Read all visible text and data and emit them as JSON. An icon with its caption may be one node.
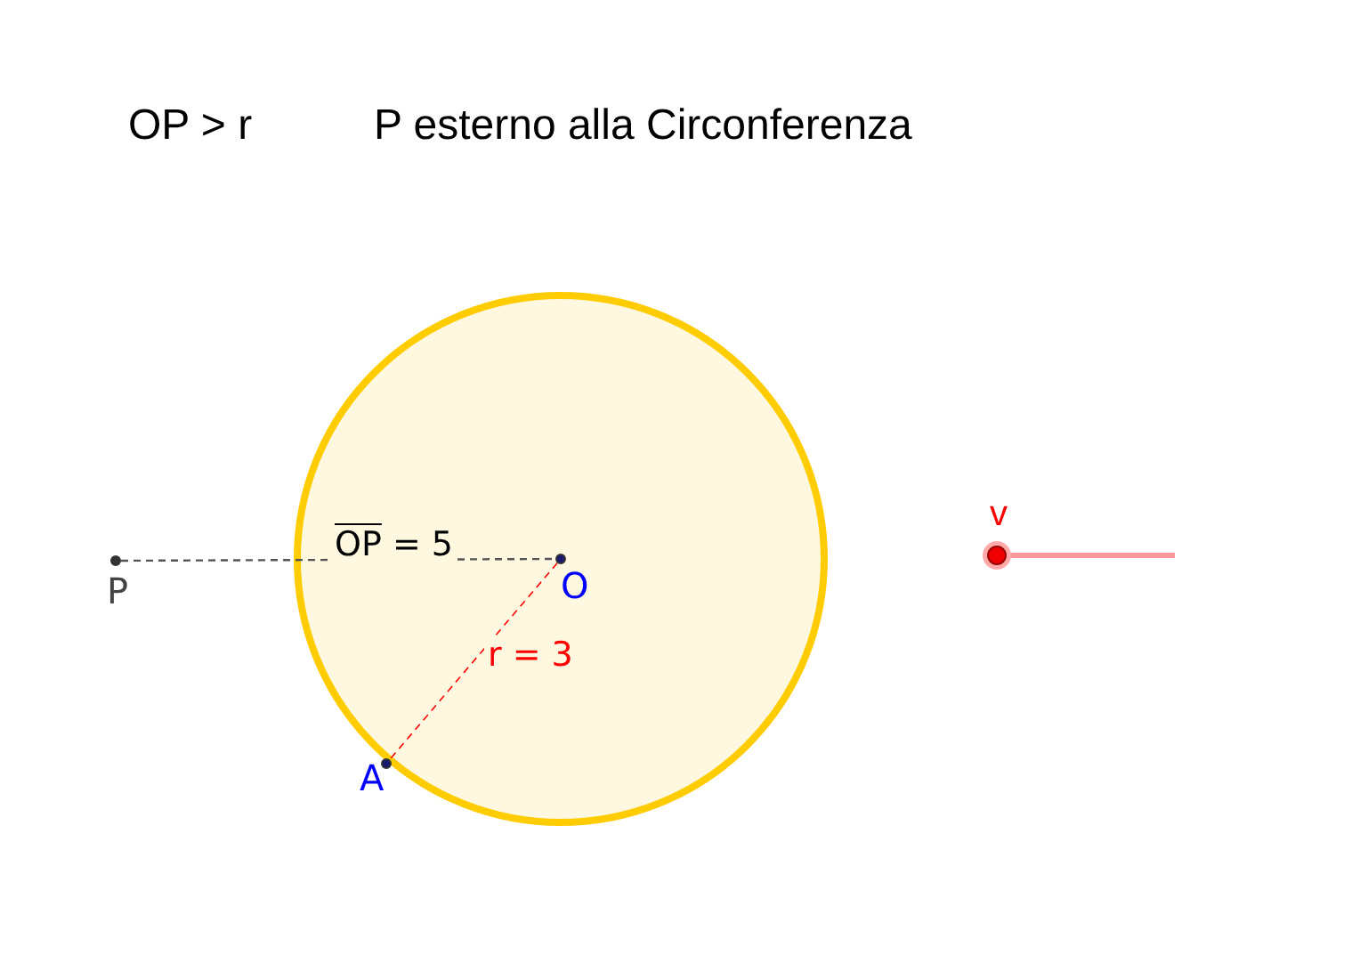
{
  "diagram": {
    "nodes": [
      {
        "text": [],
        "shape": "circle"
      },
      {
        "text": [],
        "shape": "circle",
        "beside": [
          "P"
        ]
      },
      {
        "text": [],
        "shape": "circle",
        "beside": [
          "O"
        ],
        "in": 0
      },
      {
        "text": [],
        "shape": "circle",
        "beside": [
          "A"
        ],
        "in": 0
      }
    ],
    "edges": [
      {
        "from": 1,
        "to": 2,
        "arrow": "none",
        "style": "dashed",
        "label": "OP = 5"
      },
      {
        "from": 2,
        "to": 3,
        "arrow": "none",
        "style": "dashed",
        "color": "#ff0000",
        "label": "r = 3"
      }
    ],
    "labels": [
      "OP > r",
      "P esterno alla Circonferenza",
      "v"
    ]
  }
}
